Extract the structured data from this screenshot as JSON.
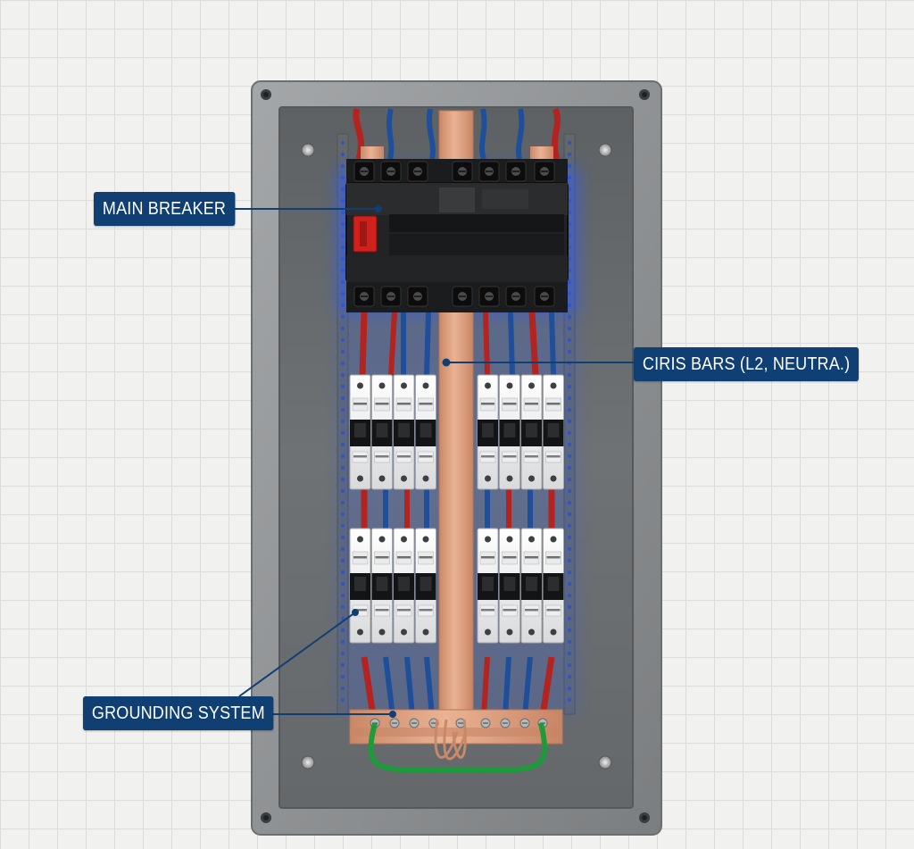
{
  "labels": {
    "main_breaker": "MAIN BREAKER",
    "bus_bars": "CIRIS BARS (L2, NEUTRA.)",
    "grounding": "GROUNDING SYSTEM"
  },
  "colors": {
    "label_bg": "#0f3f73",
    "enclosure": "#8c8f91",
    "backplate": "#6f7376",
    "copper": "#dda07c",
    "wire_red": "#b3231f",
    "wire_blue": "#1f4f9a",
    "ground_wire": "#1f9a3a",
    "glow": "#2b5cff"
  },
  "icons": {
    "screw": "screw-icon",
    "breaker": "circuit-breaker",
    "terminal": "terminal-screw"
  }
}
